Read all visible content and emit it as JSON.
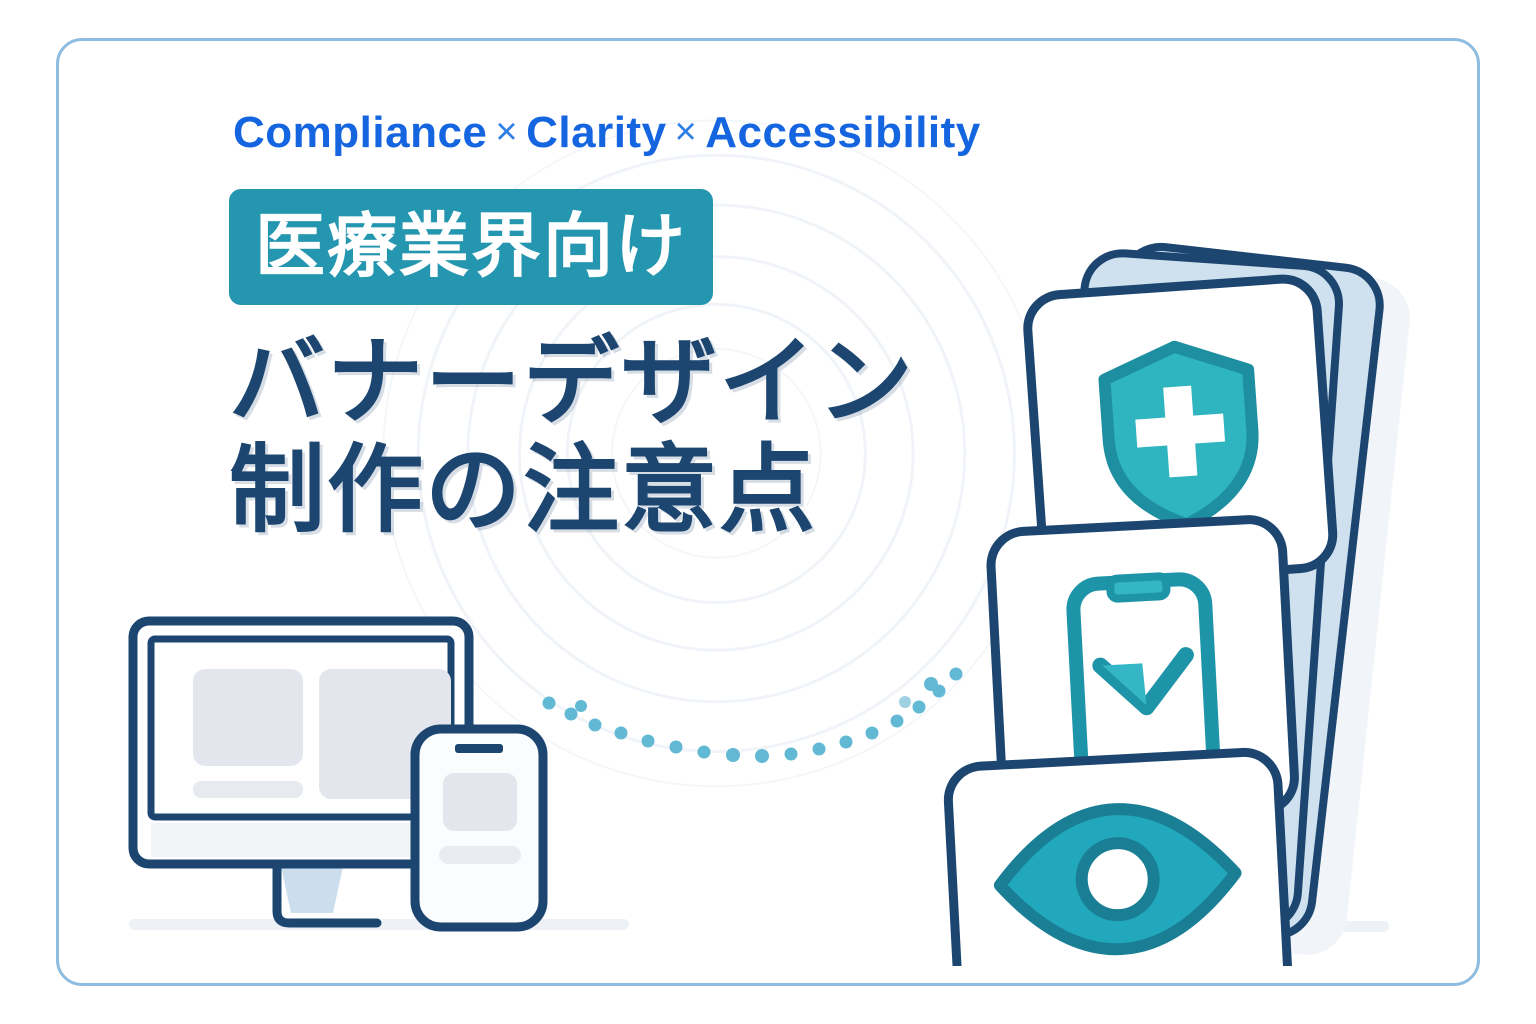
{
  "banner": {
    "background_color": "#ffffff",
    "frame_border_color": "#8fbde0"
  },
  "eyebrow": {
    "word1": "Compliance",
    "sep1": "×",
    "word2": "Clarity",
    "sep2": "×",
    "word3": "Accessibility",
    "color": "#1565e0"
  },
  "badge": {
    "label": "医療業界向け",
    "background_color": "#2496b0",
    "text_color": "#ffffff"
  },
  "headline": {
    "line1": "バナーデザイン",
    "line2": "制作の注意点",
    "color": "#1c4570"
  },
  "illustration_left": {
    "name": "desktop-monitor-and-phone",
    "monitor_outline_color": "#1c4570",
    "screen_block_color": "#e3e7ed",
    "stand_color": "#ccdded",
    "phone_outline_color": "#1c4570"
  },
  "connector": {
    "name": "dotted-arc",
    "dot_color": "#62b9d4",
    "dot_count": 19
  },
  "illustration_right": {
    "name": "stacked-cards",
    "card_outline_color": "#1c4570",
    "back_card_fill": "#cfe1ef",
    "cards": [
      {
        "icon": "shield-plus-icon",
        "icon_color": "#2fb5bf",
        "icon_border_color": "#1d8fa1"
      },
      {
        "icon": "mobile-check-icon",
        "icon_color": "#1d94a8"
      },
      {
        "icon": "eye-icon",
        "icon_color": "#21a8bd",
        "icon_border_color": "#1a7f94"
      }
    ]
  }
}
